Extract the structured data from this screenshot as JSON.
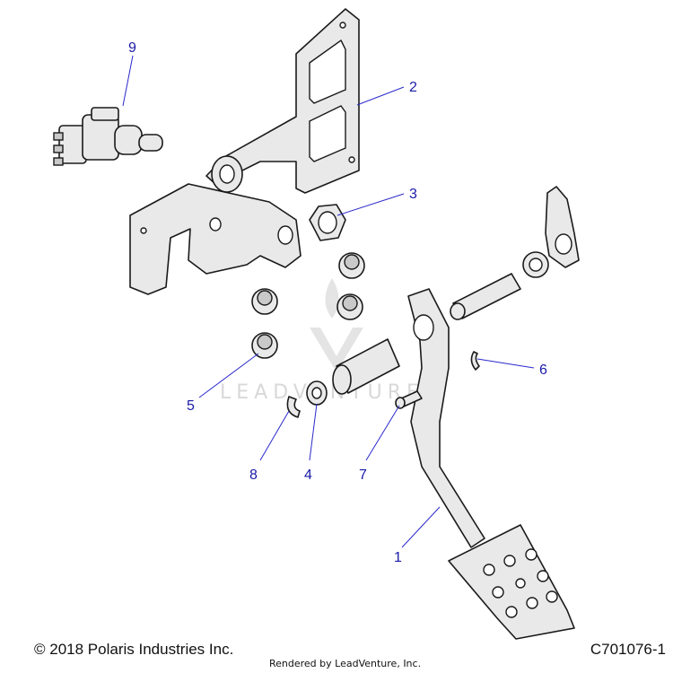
{
  "diagram": {
    "copyright": "© 2018 Polaris Industries Inc.",
    "diagram_id": "C701076-1",
    "rendered_by": "Rendered by LeadVenture, Inc.",
    "watermark": "LEADVENTURE",
    "callouts": [
      "1",
      "2",
      "3",
      "4",
      "5",
      "6",
      "7",
      "8",
      "9"
    ],
    "callout_color": "#1a1aa8",
    "line_color": "#2a2acc"
  }
}
